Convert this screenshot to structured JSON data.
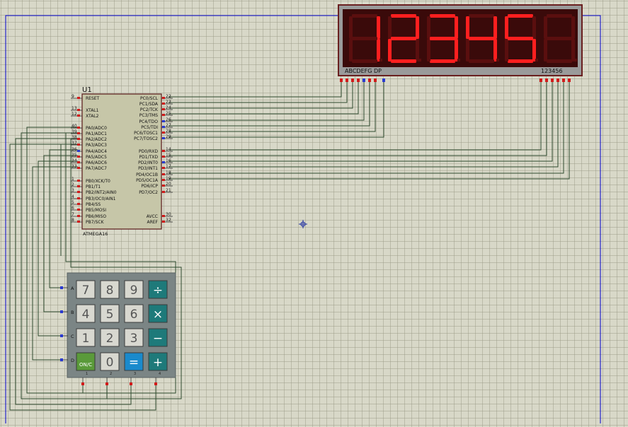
{
  "colors": {
    "sheet_border": "#0000cc",
    "wire": "#2e4a2e",
    "chip_fill": "#c6c6a8",
    "segment_on": "#ff1f1f",
    "segment_off": "#5a0f0f",
    "display_bg": "#3a0a0a",
    "keypad_body": "#7b8585",
    "pin_red": "#d21a1a",
    "pin_blue": "#2a3ad0"
  },
  "mcu": {
    "ref": "U1",
    "part": "ATMEGA16",
    "left_pins": [
      {
        "num": "9",
        "label": "RESET"
      },
      {
        "num": "13",
        "label": "XTAL1"
      },
      {
        "num": "12",
        "label": "XTAL2"
      },
      {
        "num": "40",
        "label": "PA0/ADC0"
      },
      {
        "num": "39",
        "label": "PA1/ADC1"
      },
      {
        "num": "38",
        "label": "PA2/ADC2"
      },
      {
        "num": "37",
        "label": "PA3/ADC3"
      },
      {
        "num": "36",
        "label": "PA4/ADC4"
      },
      {
        "num": "35",
        "label": "PA5/ADC5"
      },
      {
        "num": "34",
        "label": "PA6/ADC6"
      },
      {
        "num": "33",
        "label": "PA7/ADC7"
      },
      {
        "num": "1",
        "label": "PB0/XCK/T0"
      },
      {
        "num": "2",
        "label": "PB1/T1"
      },
      {
        "num": "3",
        "label": "PB2/INT2/AIN0"
      },
      {
        "num": "4",
        "label": "PB3/OC0/AIN1"
      },
      {
        "num": "5",
        "label": "PB4/SS"
      },
      {
        "num": "6",
        "label": "PB5/MOSI"
      },
      {
        "num": "7",
        "label": "PB6/MISO"
      },
      {
        "num": "8",
        "label": "PB7/SCK"
      }
    ],
    "right_pins": [
      {
        "num": "22",
        "label": "PC0/SCL"
      },
      {
        "num": "23",
        "label": "PC1/SDA"
      },
      {
        "num": "24",
        "label": "PC2/TCK"
      },
      {
        "num": "25",
        "label": "PC3/TMS"
      },
      {
        "num": "26",
        "label": "PC4/TDO"
      },
      {
        "num": "27",
        "label": "PC5/TDI"
      },
      {
        "num": "28",
        "label": "PC6/TOSC1"
      },
      {
        "num": "29",
        "label": "PC7/TOSC2"
      },
      {
        "num": "14",
        "label": "PD0/RXD"
      },
      {
        "num": "15",
        "label": "PD1/TXD"
      },
      {
        "num": "16",
        "label": "PD2/INT0"
      },
      {
        "num": "17",
        "label": "PD3/INT1"
      },
      {
        "num": "18",
        "label": "PD4/OC1B"
      },
      {
        "num": "19",
        "label": "PD5/OC1A"
      },
      {
        "num": "20",
        "label": "PD6/ICP"
      },
      {
        "num": "21",
        "label": "PD7/OC2"
      },
      {
        "num": "30",
        "label": "AVCC"
      },
      {
        "num": "32",
        "label": "AREF"
      }
    ]
  },
  "display": {
    "digits": [
      "1",
      "2",
      "3",
      "4",
      "5",
      "8"
    ],
    "lit": [
      true,
      true,
      true,
      true,
      true,
      false
    ],
    "segment_label": "ABCDEFG  DP",
    "digit_label": "123456"
  },
  "keypad": {
    "rows": [
      "A",
      "B",
      "C",
      "D"
    ],
    "cols": [
      "1",
      "2",
      "3",
      "4"
    ],
    "keys": [
      [
        "7",
        "8",
        "9",
        "÷"
      ],
      [
        "4",
        "5",
        "6",
        "×"
      ],
      [
        "1",
        "2",
        "3",
        "−"
      ],
      [
        "ON/C",
        "0",
        "=",
        "+"
      ]
    ]
  }
}
